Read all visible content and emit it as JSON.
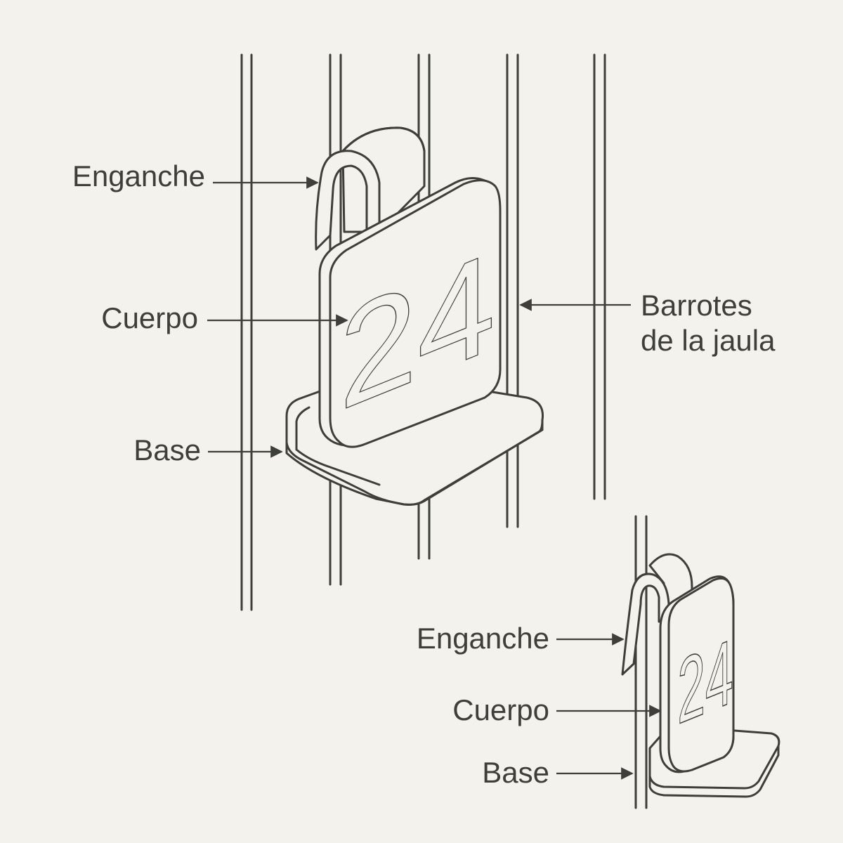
{
  "main_diagram": {
    "labels": {
      "hook": "Enganche",
      "body": "Cuerpo",
      "base": "Base",
      "bars_line1": "Barrotes",
      "bars_line2": "de la jaula"
    },
    "number": "24"
  },
  "side_diagram": {
    "labels": {
      "hook": "Enganche",
      "body": "Cuerpo",
      "base": "Base"
    },
    "number": "24"
  },
  "colors": {
    "background": "#f3f2ec",
    "line": "#3e3e3a"
  }
}
